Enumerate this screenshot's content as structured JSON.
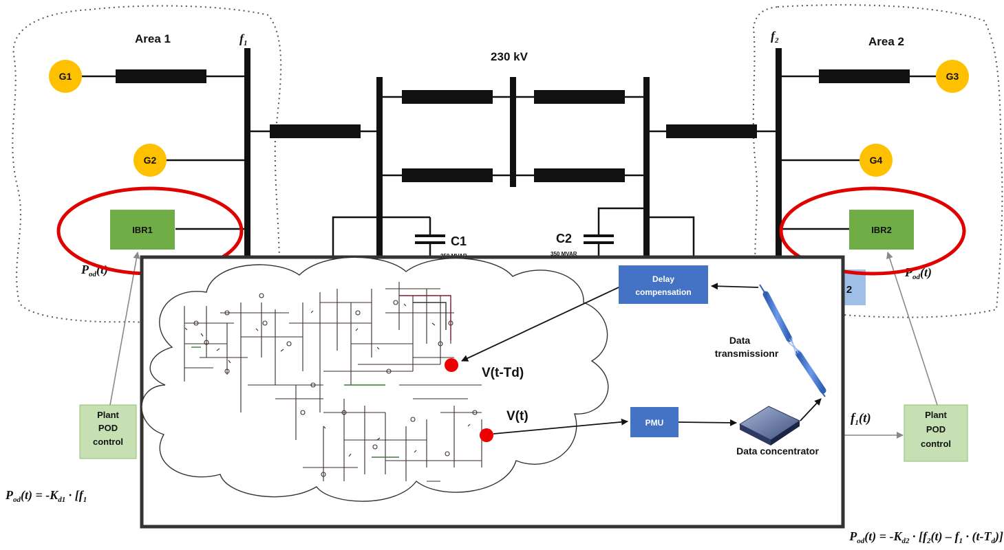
{
  "diagram": {
    "bus_voltage": "230 kV",
    "area1": {
      "label": "Area 1",
      "freq": "f",
      "freq_sub": "1"
    },
    "area2": {
      "label": "Area 2",
      "freq": "f",
      "freq_sub": "2"
    },
    "generators": [
      "G1",
      "G2",
      "G3",
      "G4"
    ],
    "ibr": [
      "IBR1",
      "IBR2"
    ],
    "capacitors": [
      {
        "name": "C1",
        "rating": "350 MVAR"
      },
      {
        "name": "C2",
        "rating": "350 MVAR"
      }
    ],
    "partial_box_label": "2",
    "pod_control": [
      "Plant",
      "POD",
      "control"
    ],
    "pod_signal_left": {
      "p": "P",
      "sub": "od",
      "arg": "(t)"
    },
    "pod_signal_right": {
      "p": "P",
      "sub": "od",
      "arg": "(t)"
    },
    "freq_signal": {
      "f": "f",
      "sub": "1",
      "arg": "(t)"
    },
    "formula_left": {
      "a": "P",
      "a_sub": "od",
      "b": "(t) = -K",
      "b_sub": "d1",
      "c": " · [f",
      "c_sub": "1"
    },
    "formula_right": {
      "a": "P",
      "a_sub": "od",
      "b": "(t) = -K",
      "b_sub": "d2",
      "c": " · [f",
      "c_sub": "2",
      "d": "(t) – f",
      "d_sub": "1",
      "e": " · (t-T",
      "e_sub": "d",
      "f": ")]"
    }
  },
  "inset": {
    "delay_compensation": [
      "Delay",
      "compensation"
    ],
    "data_transmission": [
      "Data",
      "transmissionr"
    ],
    "pmu": "PMU",
    "data_concentrator": "Data concentrator",
    "measurement_delayed": "V(t-Td)",
    "measurement": "V(t)"
  },
  "colors": {
    "generator": "#FFC000",
    "ibr": "#70AD47",
    "pod_box": "#C6E0B4",
    "blue_box": "#4472C4",
    "highlight_red": "#E00000",
    "measure_dot": "#EE0000"
  }
}
